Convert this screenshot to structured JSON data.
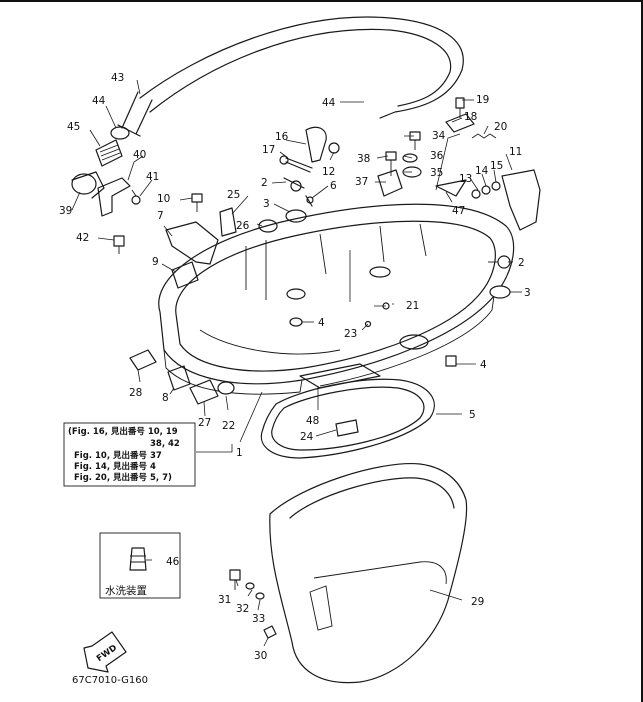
{
  "diagram_code": "67C7010-G160",
  "fwd_label": "FWD",
  "inset_label": "水洗装置",
  "reference_box": {
    "line1": "(Fig. 16, 見出番号 10, 19",
    "line2": "38, 42",
    "line3": "Fig. 10, 見出番号 37",
    "line4": "Fig. 14, 見出番号 4",
    "line5": "Fig. 20, 見出番号 5, 7)"
  },
  "callouts": {
    "c1": "1",
    "c2a": "2",
    "c2b": "2",
    "c3a": "3",
    "c3b": "3",
    "c4a": "4",
    "c4b": "4",
    "c5": "5",
    "c6": "6",
    "c7": "7",
    "c8": "8",
    "c9": "9",
    "c10": "10",
    "c11": "11",
    "c12": "12",
    "c13": "13",
    "c14": "14",
    "c15": "15",
    "c16": "16",
    "c17": "17",
    "c18": "18",
    "c19": "19",
    "c20": "20",
    "c21": "21",
    "c22": "22",
    "c23": "23",
    "c24": "24",
    "c25": "25",
    "c26": "26",
    "c27": "27",
    "c28": "28",
    "c29": "29",
    "c30": "30",
    "c31": "31",
    "c32": "32",
    "c33": "33",
    "c34": "34",
    "c35": "35",
    "c36": "36",
    "c37": "37",
    "c38": "38",
    "c39": "39",
    "c40": "40",
    "c41": "41",
    "c42": "42",
    "c43": "43",
    "c44a": "44",
    "c44b": "44",
    "c45": "45",
    "c46": "46",
    "c47": "47",
    "c48": "48"
  }
}
